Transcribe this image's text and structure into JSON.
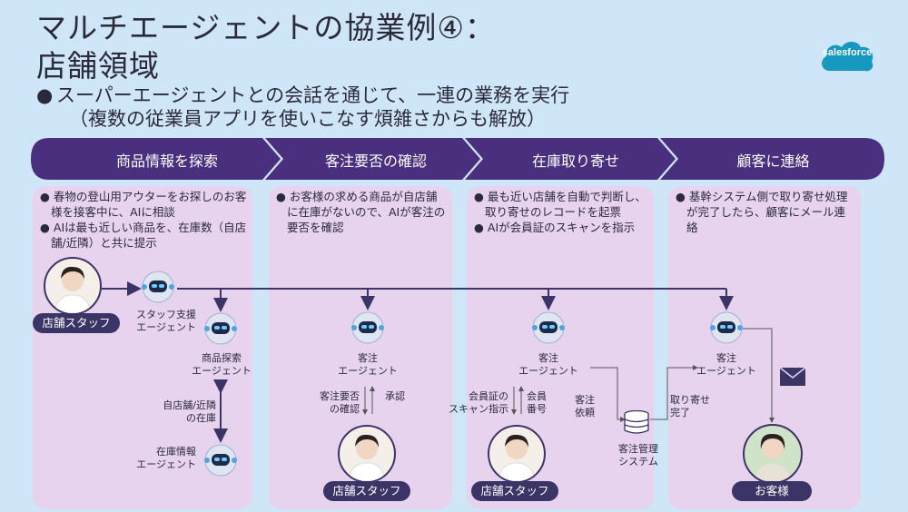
{
  "header": {
    "title_line1": "マルチエージェントの協業例④：",
    "title_line2": "店舗領域",
    "subtitle_line1": "スーパーエージェントとの会話を通じて、一連の業務を実行",
    "subtitle_line2": "（複数の従業員アプリを使いこなす煩雑さからも解放）",
    "bullet": "●"
  },
  "logo": {
    "text": "salesforce",
    "color": "#1798c1"
  },
  "steps": [
    {
      "label": "商品情報を探索"
    },
    {
      "label": "客注要否の確認"
    },
    {
      "label": "在庫取り寄せ"
    },
    {
      "label": "顧客に連絡"
    }
  ],
  "panels": [
    {
      "bullets": [
        "春物の登山用アウターをお探しのお客様を接客中に、AIに相談",
        "AIは最も近しい商品を、在庫数（自店舗/近隣）と共に提示"
      ]
    },
    {
      "bullets": [
        "お客様の求める商品が自店舗に在庫がないので、AIが客注の要否を確認"
      ]
    },
    {
      "bullets": [
        "最も近い店舗を自動で判断し、取り寄せのレコードを起票",
        "AIが会員証のスキャンを指示"
      ]
    },
    {
      "bullets": [
        "基幹システム側で取り寄せ処理が完了したら、顧客にメール連絡"
      ]
    }
  ],
  "labels": {
    "staff": "店舗スタッフ",
    "staff_support_agent": "スタッフ支援\nエージェント",
    "product_search_agent": "商品探索\nエージェント",
    "own_nearby_stock": "自店舗/近隣\nの在庫",
    "inventory_agent": "在庫情報\nエージェント",
    "order_agent": "客注\nエージェント",
    "order_check": "客注要否\nの確認",
    "approval": "承認",
    "scan_card": "会員証の\nスキャン指示",
    "member_no": "会員\n番号",
    "order_request": "客注\n依頼",
    "order_system": "客注管理\nシステム",
    "transfer_done": "取り寄せ\n完了",
    "customer": "お客様"
  },
  "colors": {
    "banner": "#4a2f7e",
    "panel": "#e8d3ef",
    "background": "#cfe6f8",
    "line": "#3b3466"
  }
}
